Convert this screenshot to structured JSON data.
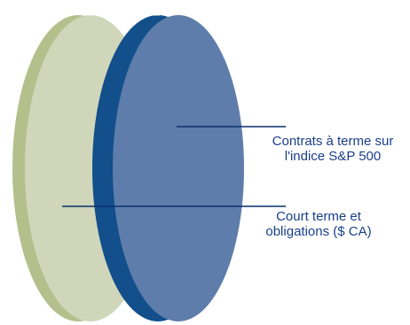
{
  "diagram": {
    "segments": [
      {
        "key": "sp500",
        "label_lines": [
          "Contrats à terme sur",
          "l'indice S&P 500"
        ],
        "color": "#5e7daa"
      },
      {
        "key": "short_term",
        "label_lines": [
          "Court terme et",
          "obligations ($ CA)"
        ],
        "color": "#cfd6ba"
      }
    ],
    "colors": {
      "front_face": "#5e7daa",
      "front_rim": "#124f8b",
      "back_face": "#cfd6ba",
      "back_rim": "#b4c08c",
      "leader_line": "#0a2f6b",
      "label_text": "#1a3f8a"
    }
  }
}
